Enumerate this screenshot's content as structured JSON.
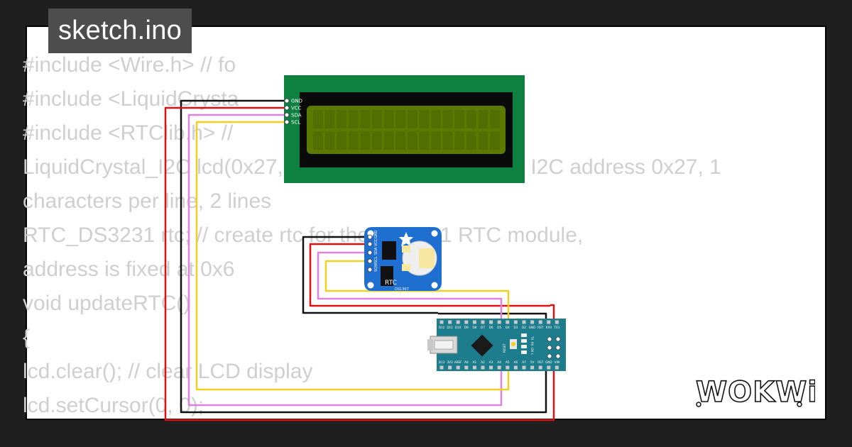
{
  "editor": {
    "filename": "sketch.ino",
    "code_lines": [
      "#include <Wire.h> // fo",
      "#include <LiquidCrysta",
      "#include <RTClib.h> //",
      "LiquidCrystal_I2C lcd(0x27, 16, 2); // create LCD with I2C address 0x27, 1",
      "characters per line, 2 lines",
      "RTC_DS3231 rtc; // create rtc for the DS3231 RTC module,",
      "address is fixed at 0x6",
      "void updateRTC()",
      "{",
      " lcd.clear(); // clear LCD display",
      "  lcd.setCursor(0, 0);"
    ]
  },
  "lcd": {
    "pins": [
      "GND",
      "VCC",
      "SDA",
      "SCL"
    ],
    "board_color": "#0e8040",
    "screen_color": "#5c7a00"
  },
  "rtc": {
    "pins": [
      "GND",
      "VCC",
      "SDA",
      "SCL",
      "SQW"
    ],
    "label": "RTC",
    "chip": "DS1307",
    "board_color": "#1e6fd0"
  },
  "nano": {
    "top_pins": [
      "D12",
      "D11",
      "D10",
      "D9",
      "D8",
      "D7",
      "D6",
      "D5",
      "D4",
      "D3",
      "D2",
      "GND",
      "RST",
      "RX0",
      "TX1"
    ],
    "bottom_pins": [
      "D13",
      "3V3",
      "AREF",
      "A0",
      "A1",
      "A2",
      "A3",
      "A4",
      "A5",
      "A6",
      "A7",
      "5V",
      "RST",
      "GND",
      "VIN"
    ],
    "leds": [
      "TX",
      "RX",
      "ON",
      "L"
    ],
    "reset_label": "RESET",
    "board_color": "#1d7d8c"
  },
  "brand": {
    "logo": "WOKWi"
  },
  "colors": {
    "wire_black": "#111111",
    "wire_red": "#e01010",
    "wire_pink": "#e080e0",
    "wire_yellow": "#f0d020"
  }
}
